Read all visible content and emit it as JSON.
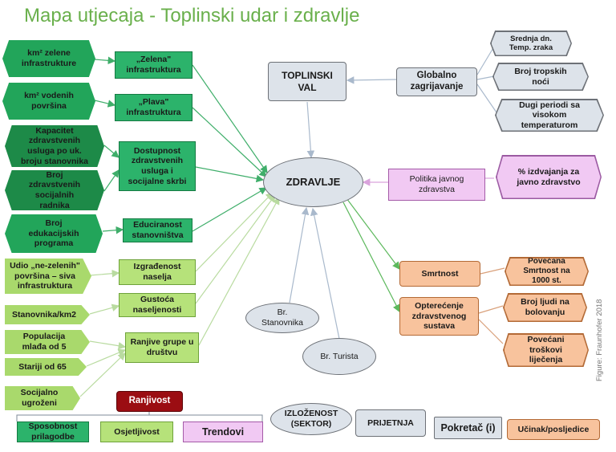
{
  "title": "Mapa utjecaja - Toplinski udar i zdravlje",
  "central": "ZDRAVLJE",
  "heatwave": "TOPLINSKI\nVAL",
  "global_warming": "Globalno\nzagrijavanje",
  "climate_indicators": [
    "Srednja dn.\nTemp. zraka",
    "Broj tropskih\nnoći",
    "Dugi periodi sa\nvisokom\ntemperaturom"
  ],
  "green_hex": [
    "km² zelene\ninfrastrukture",
    "km² vodenih\npovršina",
    "Kapacitet\nzdravstvenih\nusluga po uk.\nbroju stanovnika",
    "Broj\nzdravstvenih\nsocijalnih\nradnika",
    "Broj\nedukacijskih\nprograma"
  ],
  "green_boxes": [
    "„Zelena\"\ninfrastruktura",
    "„Plava\"\ninfrastruktura",
    "Dostupnost\nzdravstvenih\nusluga  i\nsocijalne skrbi",
    "Educiranost\nstanovništva"
  ],
  "lg_pent": [
    "Udio „ne-zelenih\"\npovršina – siva\ninfrastruktura",
    "Stanovnika/km2",
    "Populacija\nmlađa od 5",
    "Stariji od 65",
    "Socijalno\nugroženi"
  ],
  "lg_boxes": [
    "Izgrađenost\nnaselja",
    "Gustoća\nnaseljenosti",
    "Ranjive grupe u\ndruštvu"
  ],
  "population": "Br.\nStanovnika",
  "tourists": "Br. Turista",
  "policy": "Politika javnog\nzdravstva",
  "policy_indicator": "% izdvajanja za\njavno zdravstvo",
  "impacts": [
    "Smrtnost",
    "Opterećenje\nzdravstvenog\nsustava"
  ],
  "impact_indicators": [
    "Povećana\nSmrtnost na\n1000 st.",
    "Broj ljudi na\nbolovanju",
    "Povećani\ntroškovi\nliječenja"
  ],
  "legend": {
    "vulnerability": "Ranjivost",
    "adaptive": "Sposobnost\nprilagodbe",
    "sensitivity": "Osjetljivost",
    "trends": "Trendovi",
    "exposure": "IZLOŽENOST\n(SEKTOR)",
    "threat": "PRIJETNJA",
    "driver": "Pokretač (i)",
    "effect": "Učinak/posljedice"
  },
  "credit": "Figure:  Fraunhofer 2018",
  "colors": {
    "title": "#6ab04c",
    "dark_green": "#2cb36b",
    "light_green": "#b6e27a",
    "grey": "#dde3ea",
    "pink": "#f1c9f3",
    "orange": "#f8c39d",
    "red": "#9b0d12"
  }
}
